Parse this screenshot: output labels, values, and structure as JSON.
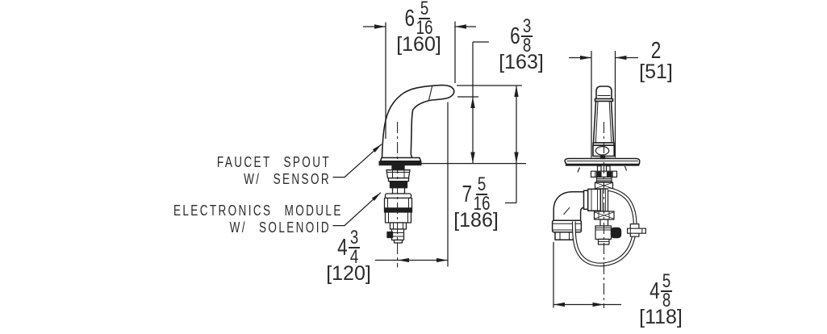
{
  "drawing": {
    "labels": {
      "spout_line1": "FAUCET SPOUT",
      "spout_line2": "W/ SENSOR",
      "module_line1": "ELECTRONICS MODULE",
      "module_line2": "W/ SOLENOID"
    },
    "dimensions": {
      "spout_reach": {
        "whole": "6",
        "num": "5",
        "den": "16",
        "mm": "[160]"
      },
      "outlet_height": {
        "whole": "6",
        "num": "3",
        "den": "8",
        "mm": "[163]"
      },
      "overall_height": {
        "whole": "7",
        "num": "5",
        "den": "16",
        "mm": "[186]"
      },
      "center_to_outlet": {
        "whole": "4",
        "num": "3",
        "den": "4",
        "mm": "[120]"
      },
      "body_width": {
        "whole": "2",
        "mm": "[51]"
      },
      "module_offset": {
        "whole": "4",
        "num": "5",
        "den": "8",
        "mm": "[118]"
      }
    }
  }
}
